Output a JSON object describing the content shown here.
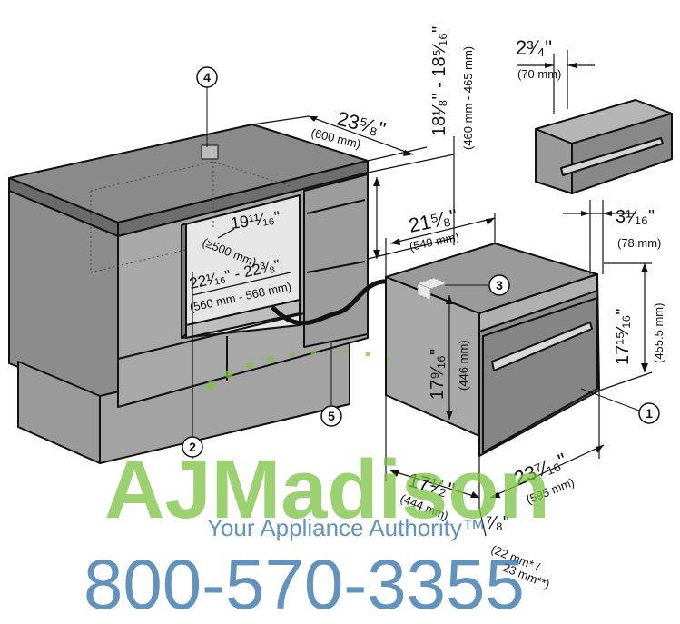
{
  "callouts": [
    "1",
    "2",
    "3",
    "4",
    "5"
  ],
  "dimensions": {
    "cabinet_depth_in": "23⁵⁄₈\"",
    "cabinet_depth_mm": "(600 mm)",
    "niche_height_in": "18¹⁄₈\" - 18⁵⁄₁₆\"",
    "niche_height_mm": "(460 mm - 465 mm)",
    "niche_depth_in": "19¹¹⁄₁₆\"",
    "niche_depth_mm": "(≥500 mm)",
    "niche_width_in": "22¹⁄₁₆\" - 22³⁄₈\"",
    "niche_width_mm": "(560 mm - 568 mm)",
    "oven_depth_in": "21⁵⁄₈\"",
    "oven_depth_mm": "(549 mm)",
    "handle_in": "2³⁄₄\"",
    "handle_mm": "(70 mm)",
    "panel_in": "3¹⁄₁₆\"",
    "panel_mm": "(78 mm)",
    "oven_height_in": "17¹⁵⁄₁₆\"",
    "oven_height_mm": "(455.5 mm)",
    "body_height_in": "17⁹⁄₁₆\"",
    "body_height_mm": "(446 mm)",
    "oven_width_in": "23⁷⁄₁₆\"",
    "oven_width_mm": "(595 mm)",
    "body_depth_in": "17¹⁄₂\"",
    "body_depth_mm": "(444 mm)",
    "front_in": "⁷⁄₈\"",
    "front_mm_1": "(22 mm* /",
    "front_mm_2": "23 mm**)"
  },
  "watermark": {
    "brand": "AJMadison",
    "tagline": "Your Appliance Authority™",
    "phone": "800-570-3355",
    "colors": {
      "green": "#7cc242",
      "blue": "#2d6fa6"
    }
  }
}
